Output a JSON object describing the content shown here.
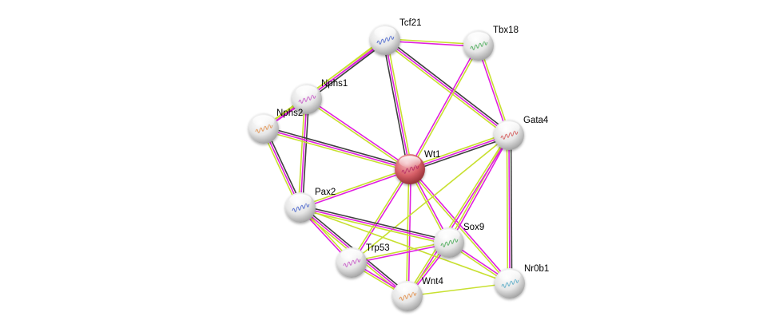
{
  "network": {
    "title": "Protein interaction network",
    "center_node": "Wt1",
    "edge_colors": {
      "textmining": "#c8e030",
      "experiments": "#e020e0",
      "coexpression": "#404040",
      "database": "#20c8c8"
    },
    "node_colors": {
      "default": "#e8e8e8",
      "query": "#d86068"
    },
    "nodes": [
      {
        "id": "Tcf21",
        "label": "Tcf21",
        "query": false
      },
      {
        "id": "Tbx18",
        "label": "Tbx18",
        "query": false
      },
      {
        "id": "Nphs1",
        "label": "Nphs1",
        "query": false
      },
      {
        "id": "Nphs2",
        "label": "Nphs2",
        "query": false
      },
      {
        "id": "Wt1",
        "label": "Wt1",
        "query": true
      },
      {
        "id": "Gata4",
        "label": "Gata4",
        "query": false
      },
      {
        "id": "Pax2",
        "label": "Pax2",
        "query": false
      },
      {
        "id": "Sox9",
        "label": "Sox9",
        "query": false
      },
      {
        "id": "Trp53",
        "label": "Trp53",
        "query": false
      },
      {
        "id": "Wnt4",
        "label": "Wnt4",
        "query": false
      },
      {
        "id": "Nr0b1",
        "label": "Nr0b1",
        "query": false
      }
    ],
    "edges": [
      {
        "a": "Tcf21",
        "b": "Tbx18",
        "types": [
          "textmining",
          "experiments"
        ]
      },
      {
        "a": "Tcf21",
        "b": "Nphs1",
        "types": [
          "coexpression",
          "experiments",
          "textmining"
        ]
      },
      {
        "a": "Tcf21",
        "b": "Wt1",
        "types": [
          "textmining",
          "experiments",
          "coexpression"
        ]
      },
      {
        "a": "Tcf21",
        "b": "Gata4",
        "types": [
          "coexpression",
          "experiments",
          "textmining"
        ]
      },
      {
        "a": "Tcf21",
        "b": "Nphs2",
        "types": [
          "experiments",
          "textmining"
        ]
      },
      {
        "a": "Tbx18",
        "b": "Gata4",
        "types": [
          "textmining",
          "experiments"
        ]
      },
      {
        "a": "Tbx18",
        "b": "Wt1",
        "types": [
          "textmining",
          "experiments"
        ]
      },
      {
        "a": "Nphs1",
        "b": "Nphs2",
        "types": [
          "experiments",
          "textmining"
        ]
      },
      {
        "a": "Nphs1",
        "b": "Wt1",
        "types": [
          "experiments",
          "textmining"
        ]
      },
      {
        "a": "Nphs1",
        "b": "Pax2",
        "types": [
          "coexpression",
          "experiments",
          "textmining"
        ]
      },
      {
        "a": "Nphs2",
        "b": "Wt1",
        "types": [
          "coexpression",
          "experiments",
          "textmining"
        ]
      },
      {
        "a": "Nphs2",
        "b": "Pax2",
        "types": [
          "coexpression",
          "experiments",
          "textmining"
        ]
      },
      {
        "a": "Wt1",
        "b": "Gata4",
        "types": [
          "textmining",
          "experiments",
          "coexpression"
        ]
      },
      {
        "a": "Wt1",
        "b": "Pax2",
        "types": [
          "experiments",
          "textmining"
        ]
      },
      {
        "a": "Wt1",
        "b": "Sox9",
        "types": [
          "experiments",
          "textmining"
        ]
      },
      {
        "a": "Wt1",
        "b": "Trp53",
        "types": [
          "experiments",
          "textmining"
        ]
      },
      {
        "a": "Wt1",
        "b": "Wnt4",
        "types": [
          "experiments",
          "textmining"
        ]
      },
      {
        "a": "Wt1",
        "b": "Nr0b1",
        "types": [
          "experiments",
          "textmining"
        ]
      },
      {
        "a": "Gata4",
        "b": "Sox9",
        "types": [
          "experiments",
          "textmining"
        ]
      },
      {
        "a": "Gata4",
        "b": "Wnt4",
        "types": [
          "experiments",
          "textmining"
        ]
      },
      {
        "a": "Gata4",
        "b": "Nr0b1",
        "types": [
          "coexpression",
          "experiments",
          "textmining"
        ]
      },
      {
        "a": "Gata4",
        "b": "Trp53",
        "types": [
          "textmining"
        ]
      },
      {
        "a": "Pax2",
        "b": "Sox9",
        "types": [
          "coexpression",
          "experiments",
          "textmining"
        ]
      },
      {
        "a": "Pax2",
        "b": "Trp53",
        "types": [
          "textmining",
          "experiments"
        ]
      },
      {
        "a": "Pax2",
        "b": "Wnt4",
        "types": [
          "coexpression",
          "experiments",
          "textmining"
        ]
      },
      {
        "a": "Pax2",
        "b": "Nr0b1",
        "types": [
          "textmining"
        ]
      },
      {
        "a": "Sox9",
        "b": "Trp53",
        "types": [
          "experiments",
          "textmining"
        ]
      },
      {
        "a": "Sox9",
        "b": "Wnt4",
        "types": [
          "experiments",
          "textmining"
        ]
      },
      {
        "a": "Sox9",
        "b": "Nr0b1",
        "types": [
          "experiments",
          "textmining"
        ]
      },
      {
        "a": "Trp53",
        "b": "Wnt4",
        "types": [
          "experiments",
          "textmining"
        ]
      },
      {
        "a": "Wnt4",
        "b": "Nr0b1",
        "types": [
          "textmining"
        ]
      }
    ]
  }
}
